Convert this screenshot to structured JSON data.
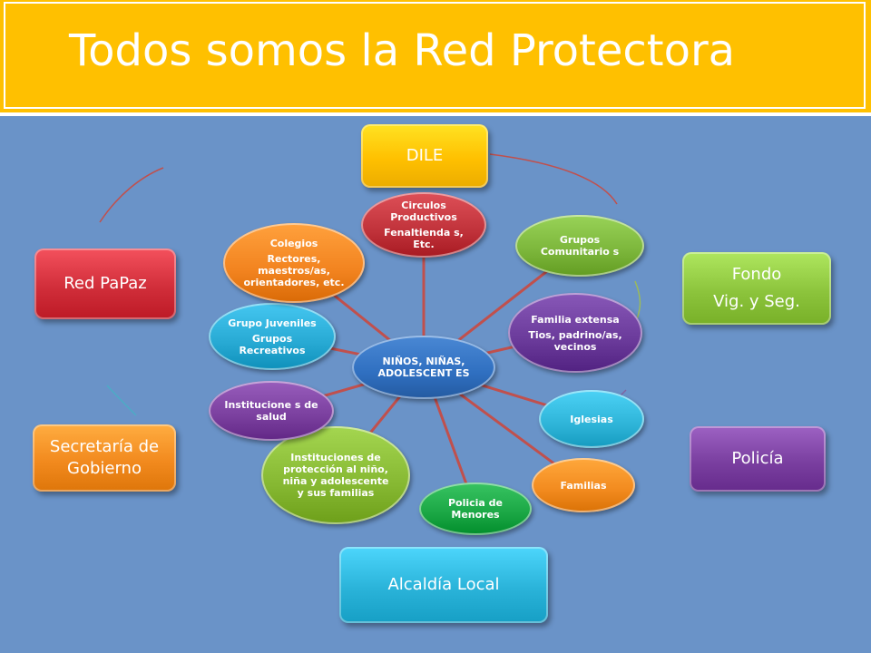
{
  "title": "Todos somos la Red Protectora",
  "colors": {
    "header": "#ffc000",
    "background": "#6a93c8",
    "connector": "#c0504d"
  },
  "center": {
    "line1": "NIÑOS, NIÑAS, ADOLESCENT ES"
  },
  "inner_nodes": [
    {
      "line1": "Circulos Productivos",
      "line2": "Fenaltienda s, Etc.",
      "color": "#c0323a"
    },
    {
      "line1": "Grupos Comunitario s",
      "line2": "",
      "color": "#7bb53a"
    },
    {
      "line1": "Familia extensa",
      "line2": "Tios, padrino/as, vecinos",
      "color": "#6a3a9a"
    },
    {
      "line1": "Iglesias",
      "line2": "",
      "color": "#2eb4d8"
    },
    {
      "line1": "Familias",
      "line2": "",
      "color": "#f28a1e"
    },
    {
      "line1": "Policia de Menores",
      "line2": "",
      "color": "#1aa644"
    },
    {
      "line1": "Instituciones de protección al niño, niña y adolescente y sus familias",
      "line2": "",
      "color": "#86b832"
    },
    {
      "line1": "Institucione s de salud",
      "line2": "",
      "color": "#7a3f9e"
    },
    {
      "line1": "Grupo Juveniles",
      "line2": "Grupos Recreativos",
      "color": "#27a9d3"
    },
    {
      "line1": "Colegios",
      "line2": "Rectores, maestros/as, orientadores, etc.",
      "color": "#f2831f"
    }
  ],
  "outer_boxes": [
    {
      "line1": "DILE",
      "line2": "",
      "color": "#ffc000"
    },
    {
      "line1": "Fondo",
      "line2": "Vig. y Seg.",
      "color": "#8cc43c"
    },
    {
      "line1": "Policía",
      "line2": "",
      "color": "#7a3fa0"
    },
    {
      "line1": "Alcaldía Local",
      "line2": "",
      "color": "#2ab3d9"
    },
    {
      "line1": "Secretaría de Gobierno",
      "line2": "",
      "color": "#f28a1e"
    },
    {
      "line1": "Red PaPaz",
      "line2": "",
      "color": "#d12e3a"
    }
  ]
}
